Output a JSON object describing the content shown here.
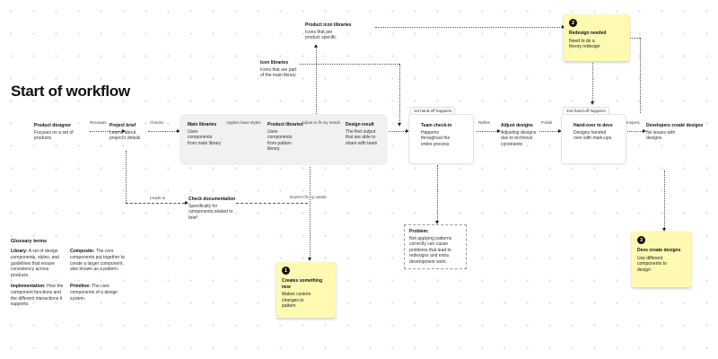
{
  "page": {
    "title": "Start of workflow"
  },
  "colors": {
    "sticky_yellow": "#FFF9B1",
    "container_gray": "#F1F1F1",
    "line": "#555555",
    "badge_black": "#111111"
  },
  "flow": {
    "product_designer": {
      "title": "Product designer",
      "desc": "Focuses on a set of products"
    },
    "project_brief": {
      "title": "Project brief",
      "desc": "Learns about project's details"
    },
    "main_libraries": {
      "title": "Main libraries",
      "desc": "Uses components from main library"
    },
    "product_libraries": {
      "title": "Product libraries",
      "desc": "Uses components from pattern library"
    },
    "design_result": {
      "title": "Design result",
      "desc": "The first output that are able to share with team"
    },
    "team_checkin": {
      "title": "Team check-in",
      "desc": "Happens throughout the entire process"
    },
    "adjust_designs": {
      "title": "Adjust designs",
      "desc": "Adjusting designs due to technical constraints"
    },
    "handover": {
      "title": "Hand-over to devs",
      "desc": "Designs handed over with mark-ups"
    },
    "developers": {
      "title": "Developers create designs",
      "desc": "No issues with designs"
    }
  },
  "side_notes": {
    "icon_libraries": {
      "title": "Icon libraries",
      "desc": "Icons that are part of the main library"
    },
    "product_icon_libraries": {
      "title": "Product icon libraries",
      "desc": "Icons that are product specific"
    },
    "check_documentation": {
      "title": "Check documentation",
      "desc": "Specifically for components related to brief"
    }
  },
  "edges": {
    "receives": "Receives",
    "checks": "Checks",
    "applies_base_styles": "Applies base styles",
    "adjust_to_fit": "Adjust to fit my needs",
    "refine": "Refine",
    "polish": "Polish",
    "inspect": "Inspect",
    "leads_to": "Leads to",
    "doesnt_fit": "Doesn't fit my needs",
    "first_handoff": "1st hand-off happens",
    "second_handoff": "2nd hand-off happens"
  },
  "problem_note": {
    "title": "Problem:",
    "body": "Not applying patterns correctly can cause problems that lead to redesigns and extra development work."
  },
  "stickies": {
    "redesign": {
      "badge": "2",
      "title": "Redesign needed",
      "body": "Need to do a theory redesign"
    },
    "creates_new": {
      "badge": "1",
      "title": "Creates something new",
      "body": "Makes custom changes to pattern"
    },
    "devs_create": {
      "badge": "3",
      "title": "Devs create designs",
      "body": "Use different components to design"
    }
  },
  "glossary": {
    "heading": "Glossary terms",
    "items": [
      {
        "term": "Library:",
        "text": "A set of design components, styles, and guidelines that ensure consistency across products."
      },
      {
        "term": "Composite:",
        "text": "The core components put together to create a larger component, also known as a pattern."
      },
      {
        "term": "Implementation:",
        "text": "How the component functions and the different interactions it supports."
      },
      {
        "term": "Primitive:",
        "text": "The core components of a design system."
      }
    ]
  }
}
